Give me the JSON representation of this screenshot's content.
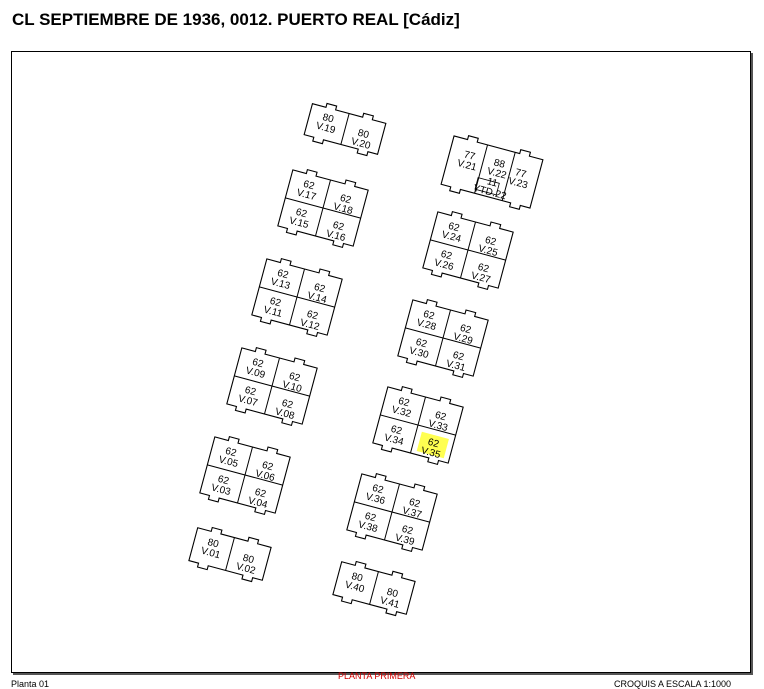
{
  "title": "CL  SEPTIEMBRE DE 1936, 0012. PUERTO REAL [Cádiz]",
  "footer": {
    "left": "Planta 01",
    "center": "PLANTA PRIMERA",
    "right": "CROQUIS A ESCALA 1:1000"
  },
  "colors": {
    "highlight": "#ffff33",
    "lines": "#000000",
    "footer_center": "#d00000"
  },
  "units": [
    {
      "id": "V.19",
      "area": "80"
    },
    {
      "id": "V.20",
      "area": "80"
    },
    {
      "id": "V.17",
      "area": "62"
    },
    {
      "id": "V.18",
      "area": "62"
    },
    {
      "id": "V.15",
      "area": "62"
    },
    {
      "id": "V.16",
      "area": "62"
    },
    {
      "id": "V.13",
      "area": "62"
    },
    {
      "id": "V.14",
      "area": "62"
    },
    {
      "id": "V.11",
      "area": "62"
    },
    {
      "id": "V.12",
      "area": "62"
    },
    {
      "id": "V.09",
      "area": "62"
    },
    {
      "id": "V.10",
      "area": "62"
    },
    {
      "id": "V.07",
      "area": "62"
    },
    {
      "id": "V.08",
      "area": "62"
    },
    {
      "id": "V.05",
      "area": "62"
    },
    {
      "id": "V.06",
      "area": "62"
    },
    {
      "id": "V.03",
      "area": "62"
    },
    {
      "id": "V.04",
      "area": "62"
    },
    {
      "id": "V.01",
      "area": "80"
    },
    {
      "id": "V.02",
      "area": "80"
    },
    {
      "id": "V.21",
      "area": "77"
    },
    {
      "id": "V.22",
      "area": "88"
    },
    {
      "id": "V.23",
      "area": "77"
    },
    {
      "id": "YTD.22",
      "area": "11"
    },
    {
      "id": "V.24",
      "area": "62"
    },
    {
      "id": "V.25",
      "area": "62"
    },
    {
      "id": "V.26",
      "area": "62"
    },
    {
      "id": "V.27",
      "area": "62"
    },
    {
      "id": "V.28",
      "area": "62"
    },
    {
      "id": "V.29",
      "area": "62"
    },
    {
      "id": "V.30",
      "area": "62"
    },
    {
      "id": "V.31",
      "area": "62"
    },
    {
      "id": "V.32",
      "area": "62"
    },
    {
      "id": "V.33",
      "area": "62"
    },
    {
      "id": "V.34",
      "area": "62"
    },
    {
      "id": "V.35",
      "area": "62",
      "highlighted": true
    },
    {
      "id": "V.36",
      "area": "62"
    },
    {
      "id": "V.37",
      "area": "62"
    },
    {
      "id": "V.38",
      "area": "62"
    },
    {
      "id": "V.39",
      "area": "62"
    },
    {
      "id": "V.40",
      "area": "80"
    },
    {
      "id": "V.41",
      "area": "80"
    }
  ]
}
